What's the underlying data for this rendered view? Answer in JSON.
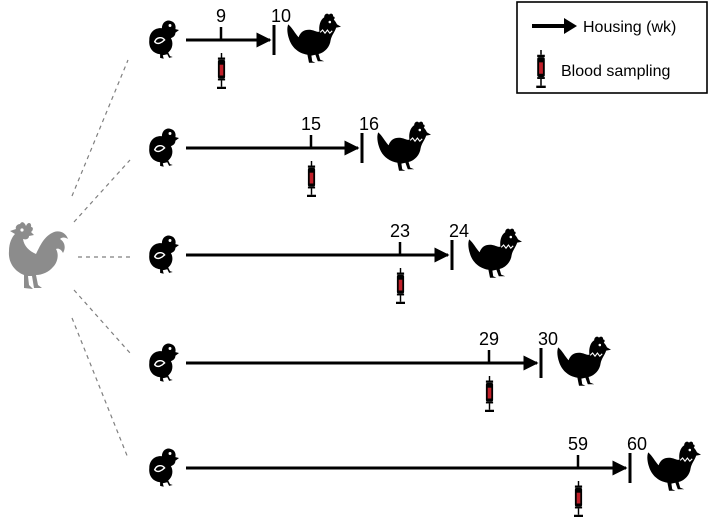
{
  "legend": {
    "housing_label": "Housing (wk)",
    "blood_label": "Blood sampling",
    "housing_icon": "arrow-icon",
    "blood_icon": "syringe-icon"
  },
  "colors": {
    "line": "#000000",
    "rooster": "#8c8c8c",
    "dashes": "#7f7f7f",
    "blood": "#c0202a"
  },
  "icons": {
    "parent": "rooster-icon",
    "start": "chick-icon",
    "end": "hen-icon"
  },
  "rows": [
    {
      "sampling_wk": "9",
      "housing_wk": "10"
    },
    {
      "sampling_wk": "15",
      "housing_wk": "16"
    },
    {
      "sampling_wk": "23",
      "housing_wk": "24"
    },
    {
      "sampling_wk": "29",
      "housing_wk": "30"
    },
    {
      "sampling_wk": "59",
      "housing_wk": "60"
    }
  ]
}
